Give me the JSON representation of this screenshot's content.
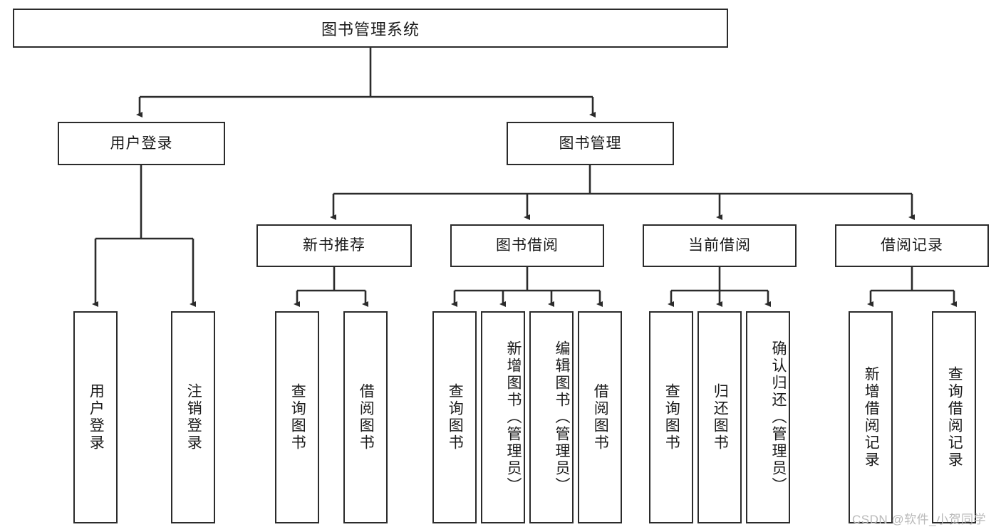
{
  "diagram": {
    "title": "图书管理系统",
    "root": {
      "label": "图书管理系统"
    },
    "level2": [
      {
        "label": "用户登录"
      },
      {
        "label": "图书管理"
      }
    ],
    "level3": [
      {
        "label": "新书推荐"
      },
      {
        "label": "图书借阅"
      },
      {
        "label": "当前借阅"
      },
      {
        "label": "借阅记录"
      }
    ],
    "leaves": {
      "user_login": [
        {
          "label": "用户登录"
        },
        {
          "label": "注销登录"
        }
      ],
      "new_book_recommend": [
        {
          "label": "查询图书"
        },
        {
          "label": "借阅图书"
        }
      ],
      "book_borrow": [
        {
          "label": "查询图书"
        },
        {
          "label": "新增图书（管理员）"
        },
        {
          "label": "编辑图书（管理员）"
        },
        {
          "label": "借阅图书"
        }
      ],
      "current_borrow": [
        {
          "label": "查询图书"
        },
        {
          "label": "归还图书"
        },
        {
          "label": "确认归还（管理员）"
        }
      ],
      "borrow_record": [
        {
          "label": "新增借阅记录"
        },
        {
          "label": "查询借阅记录"
        }
      ]
    },
    "watermark": "CSDN @软件_小贺同学",
    "colors": {
      "stroke": "#2b2b2b",
      "box_fill": "#ffffff",
      "text": "#1a1a1a",
      "watermark": "#b9b9b9",
      "background": "#ffffff"
    }
  }
}
